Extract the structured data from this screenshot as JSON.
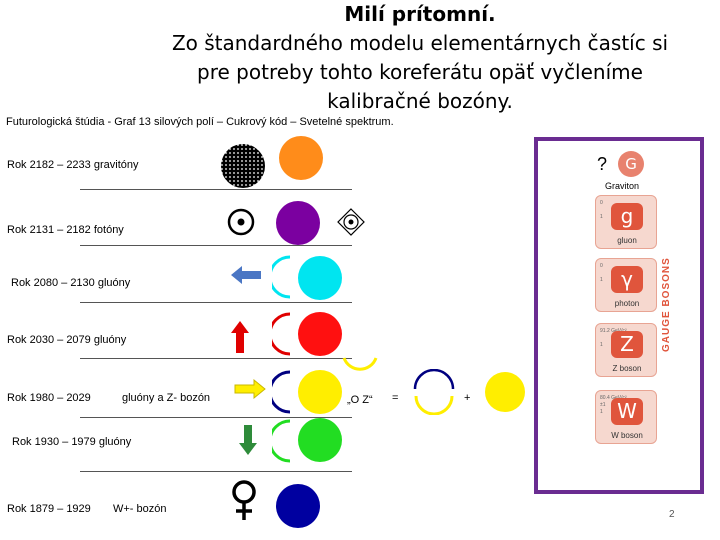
{
  "title": {
    "line1": "Milí prítomní.",
    "line2": "Zo štandardného modelu elementárnych častíc si",
    "line3": "pre potreby tohto koreferátu opäť vyčleníme",
    "line4": "kalibračné bozóny."
  },
  "subtitle": "Futurologická štúdia - Graf 13 silových polí – Cukrový kód – Svetelné spektrum.",
  "rows": [
    {
      "label": "Rok 2182 – 2233   gravitóny",
      "color": "#ff8c1a"
    },
    {
      "label": "Rok 2131 – 2182   fotóny",
      "color": "#7b00a0"
    },
    {
      "label": "Rok 2080 – 2130 gluóny",
      "color": "#00e5f0"
    },
    {
      "label": "Rok 2030 – 2079  gluóny",
      "color": "#ff1010"
    },
    {
      "label": "Rok 1980 – 2029",
      "label2": "gluóny a  Z- bozón",
      "color": "#ffee00"
    },
    {
      "label": "Rok 1930 – 1979   gluóny",
      "color": "#22dd22"
    },
    {
      "label": "Rok 1879 – 1929",
      "label2": "W+-  bozón",
      "color": "#0000a0"
    }
  ],
  "equation": {
    "oz": "„O Z“",
    "equals": "=",
    "plus": "+"
  },
  "panel": {
    "question": "?",
    "graviton_symbol": "G",
    "graviton_label": "Graviton",
    "cards": [
      {
        "symbol": "g",
        "name": "gluon"
      },
      {
        "symbol": "γ",
        "name": "photon"
      },
      {
        "symbol": "Z",
        "name": "Z boson"
      },
      {
        "symbol": "W",
        "name": "W boson"
      }
    ],
    "gauge_label": "GAUGE BOSONS"
  },
  "page_number": "2"
}
